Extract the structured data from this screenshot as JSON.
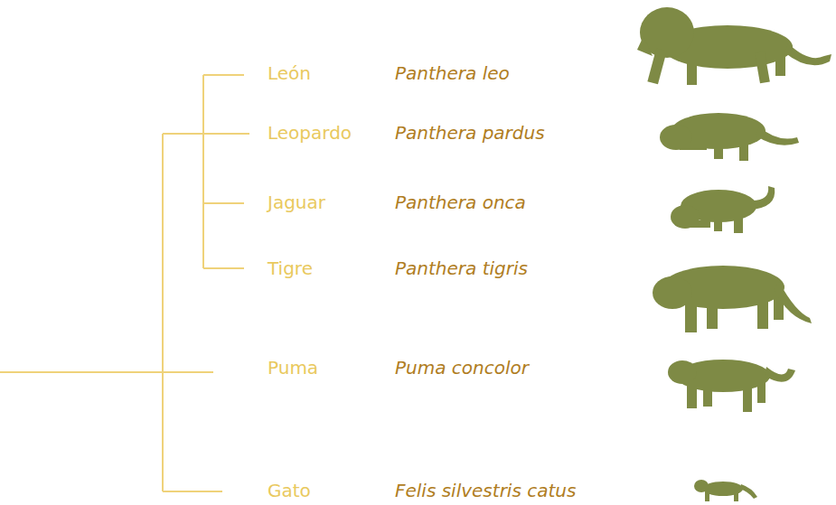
{
  "diagram": {
    "labels": [
      "León",
      "Panthera leo",
      "Leopardo",
      "Panthera pardus",
      "Jaguar",
      "Panthera onca",
      "Tigre",
      "Panthera tigris",
      "Puma",
      "Puma concolor",
      "Gato",
      "Felis silvestris catus"
    ]
  }
}
